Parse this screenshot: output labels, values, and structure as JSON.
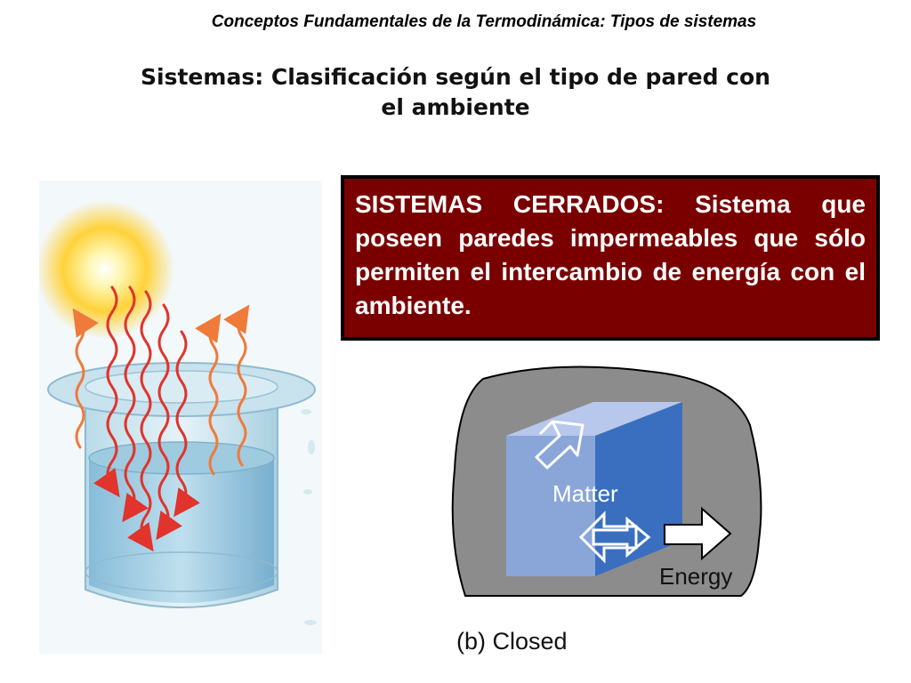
{
  "header": "Conceptos Fundamentales de la Termodinámica: Tipos de sistemas",
  "title": "Sistemas: Clasificación según el tipo de pared con el ambiente",
  "definition": {
    "term": "SISTEMAS CERRADOS:",
    "text": "Sistema que poseen paredes impermeables que sólo permiten el intercambio de energía con el ambiente."
  },
  "diagram": {
    "matter_label": "Matter",
    "energy_label": "Energy",
    "caption": "(b) Closed"
  },
  "colors": {
    "definition_box": "#7a0000",
    "cube_front": "#8aa6d8",
    "cube_side": "#3a6fc0",
    "surroundings": "#8c8c8c"
  },
  "icons": [
    "sun-icon",
    "heat-wave-arrows",
    "glass-beaker",
    "matter-arrow",
    "energy-arrow"
  ]
}
